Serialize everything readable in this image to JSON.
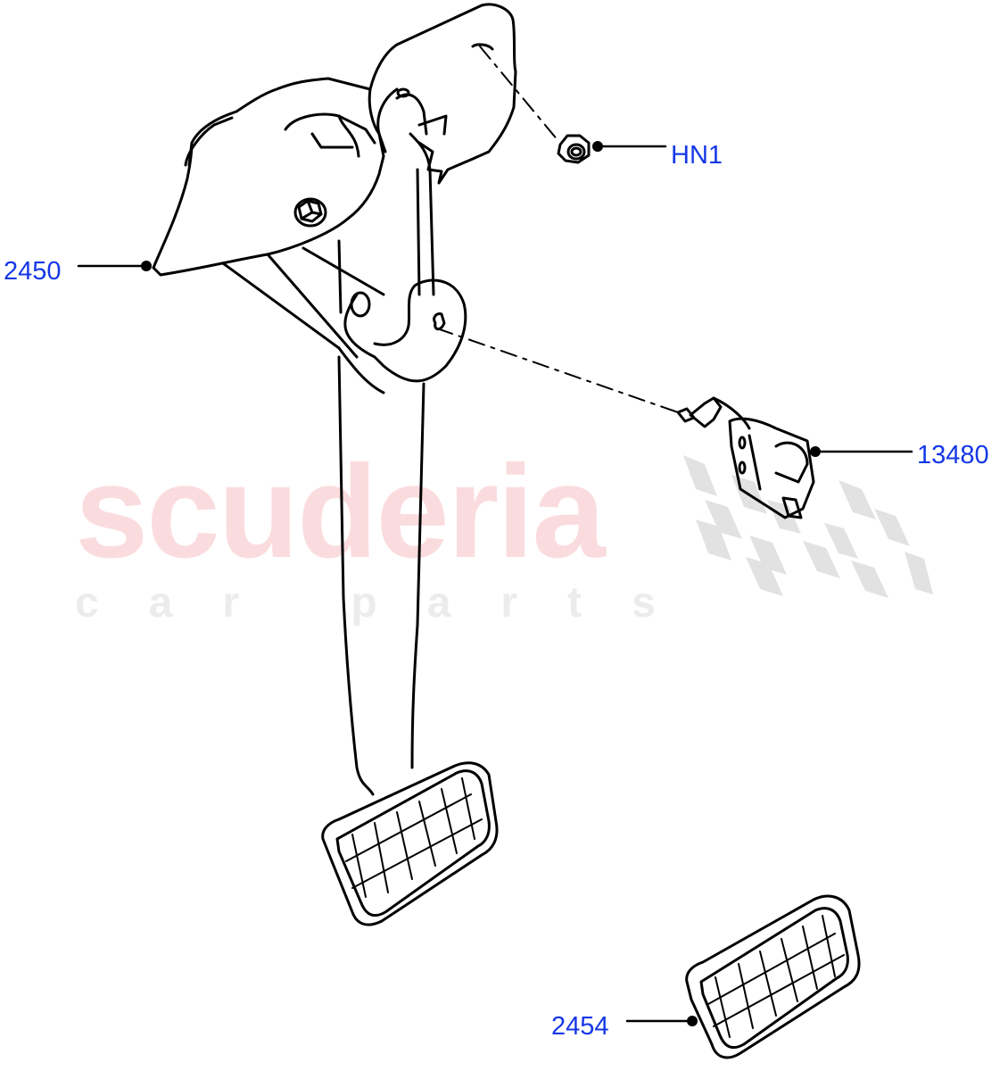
{
  "diagram": {
    "type": "exploded-parts-illustration",
    "subject": "brake pedal assembly with stop lamp switch and pedal pad",
    "watermark": {
      "brand": "scuderia",
      "tagline": "car parts",
      "brand_color": "#fbdcde",
      "tagline_color": "#ececec",
      "flag_color": "#e2e2e2"
    },
    "colors": {
      "line": "#000000",
      "callout_text": "#1438e6",
      "background": "#ffffff"
    },
    "callouts": [
      {
        "id": "HN1",
        "label": "HN1",
        "part": "flange nut"
      },
      {
        "id": "2450",
        "label": "2450",
        "part": "pedal box / brake pedal bracket"
      },
      {
        "id": "13480",
        "label": "13480",
        "part": "stop lamp switch"
      },
      {
        "id": "2454",
        "label": "2454",
        "part": "pedal pad"
      }
    ]
  }
}
